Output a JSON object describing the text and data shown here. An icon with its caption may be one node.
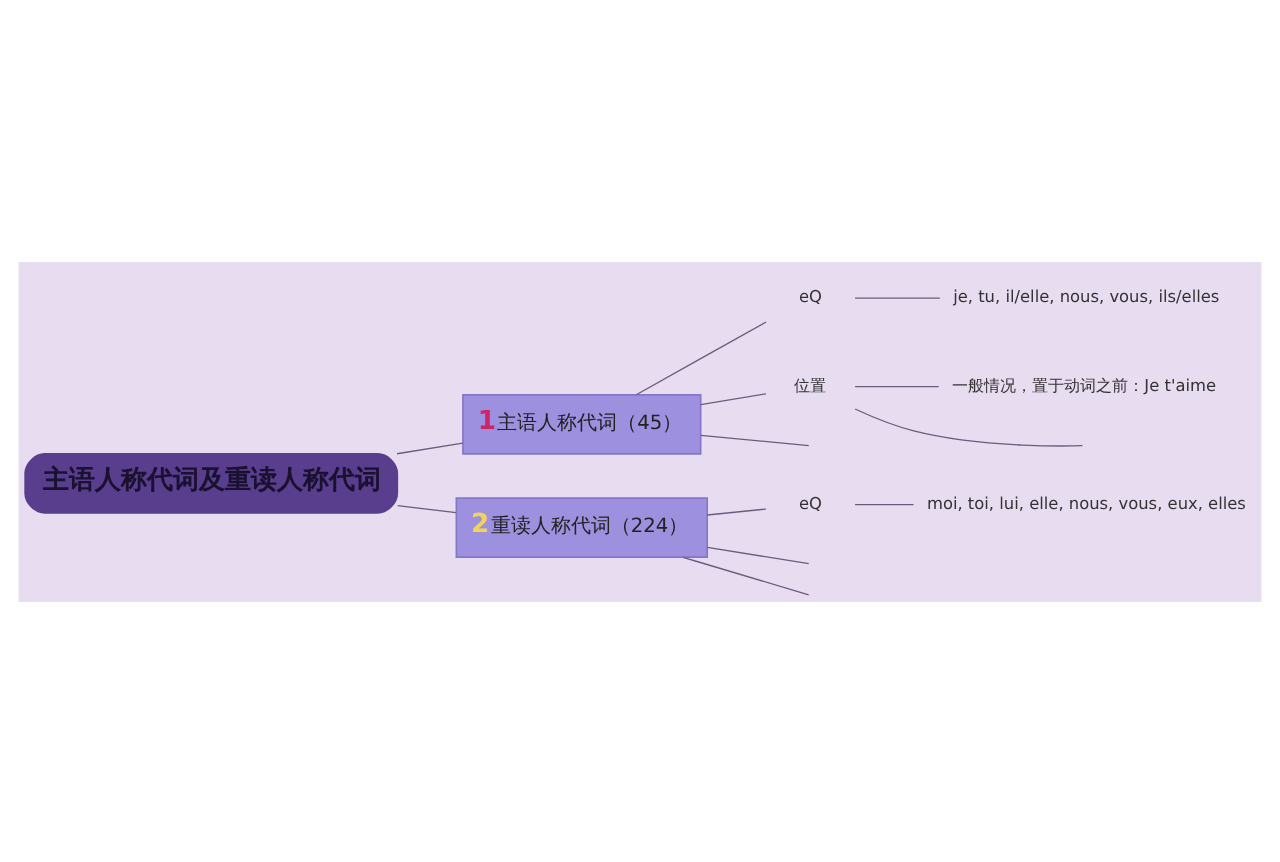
{
  "diagram": {
    "nodes": [
      {
        "text": [
          "主语人称代词及重读人称代词"
        ]
      },
      {
        "text": [
          "1",
          "主语人称代词（45）"
        ]
      },
      {
        "text": [
          "eQ"
        ]
      },
      {
        "text": [
          "je, tu, il/elle, nous, vous, ils/elles"
        ]
      },
      {
        "text": [
          "位置"
        ]
      },
      {
        "text": [
          "一般情况，置于动词之前：Je t'aime"
        ]
      },
      {
        "text": [
          "2",
          "重读人称代词（224）"
        ]
      },
      {
        "text": [
          "eQ"
        ]
      },
      {
        "text": [
          "moi, toi, lui, elle, nous, vous, eux, elles"
        ]
      }
    ],
    "edges": [
      {
        "from": 0,
        "to": 1,
        "arrow": "none"
      },
      {
        "from": 1,
        "to": 2,
        "arrow": "none"
      },
      {
        "from": 2,
        "to": 3,
        "arrow": "none"
      },
      {
        "from": 1,
        "to": 4,
        "arrow": "none"
      },
      {
        "from": 4,
        "to": 5,
        "arrow": "none"
      },
      {
        "from": 4,
        "to": null,
        "arrow": "none"
      },
      {
        "from": 1,
        "to": null,
        "arrow": "none"
      },
      {
        "from": 0,
        "to": 6,
        "arrow": "none"
      },
      {
        "from": 6,
        "to": 7,
        "arrow": "none"
      },
      {
        "from": 7,
        "to": 8,
        "arrow": "none"
      },
      {
        "from": 6,
        "to": null,
        "arrow": "none"
      },
      {
        "from": 6,
        "to": null,
        "arrow": "none"
      }
    ]
  }
}
